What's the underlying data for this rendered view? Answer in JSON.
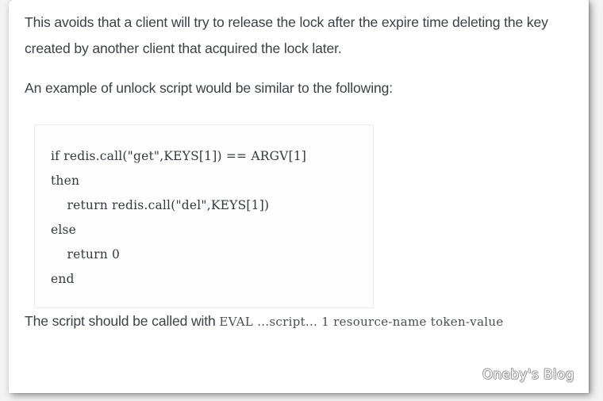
{
  "article": {
    "paragraphs": {
      "lead": "This avoids that a client will try to release the lock after the expire time deleting the key created by another client that acquired the lock later.",
      "intro": "An example of unlock script would be similar to the following:",
      "closing_prefix": "The script should be called with ",
      "closing_inline_code": "EVAL ...script... 1 resource-name token-value"
    },
    "code_block": {
      "language": "lua",
      "lines": [
        "if redis.call(\"get\",KEYS[1]) == ARGV[1]",
        "then",
        "    return redis.call(\"del\",KEYS[1])",
        "else",
        "    return 0",
        "end"
      ]
    }
  },
  "watermark": {
    "text": "Oneby's Blog"
  },
  "colors": {
    "page_background": "#f3f3f3",
    "card_background": "#ffffff",
    "body_text": "#3c4148",
    "code_text": "#353a40",
    "code_block_background": "#fdfdfd",
    "code_block_border": "#eceded",
    "watermark_outline": "#9b9b9b"
  }
}
